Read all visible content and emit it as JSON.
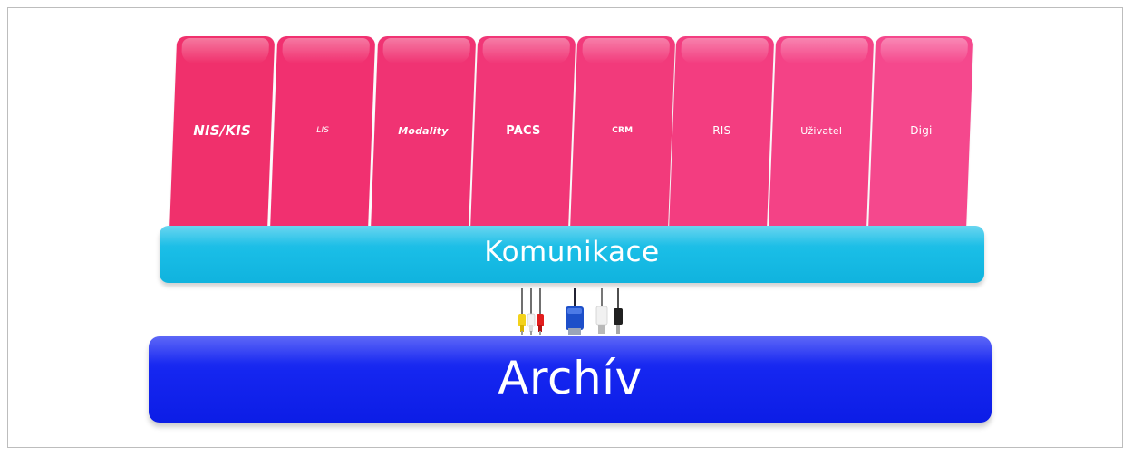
{
  "diagram": {
    "pillars": [
      {
        "label": "NIS/KIS",
        "color": "#f0306c",
        "weight": "bold",
        "italic": true,
        "size": 15
      },
      {
        "label": "LIS",
        "color": "#f13070",
        "weight": "normal",
        "italic": true,
        "size": 9
      },
      {
        "label": "Modality",
        "color": "#f03373",
        "weight": "bold",
        "italic": true,
        "size": 11
      },
      {
        "label": "PACS",
        "color": "#f13677",
        "weight": "bold",
        "italic": false,
        "size": 13
      },
      {
        "label": "CRM",
        "color": "#f23a7b",
        "weight": "bold",
        "italic": false,
        "size": 9
      },
      {
        "label": "RIS",
        "color": "#f33d80",
        "weight": "normal",
        "italic": false,
        "size": 12
      },
      {
        "label": "Uživatel",
        "color": "#f44286",
        "weight": "normal",
        "italic": false,
        "size": 11
      },
      {
        "label": "Digi",
        "color": "#f5488d",
        "weight": "normal",
        "italic": false,
        "size": 12
      }
    ],
    "communication_layer": {
      "label": "Komunikace",
      "color": "#19bde6"
    },
    "archive_layer": {
      "label": "Archív",
      "color": "#1526f0"
    },
    "connector_icon": "cable-connectors-icon"
  }
}
